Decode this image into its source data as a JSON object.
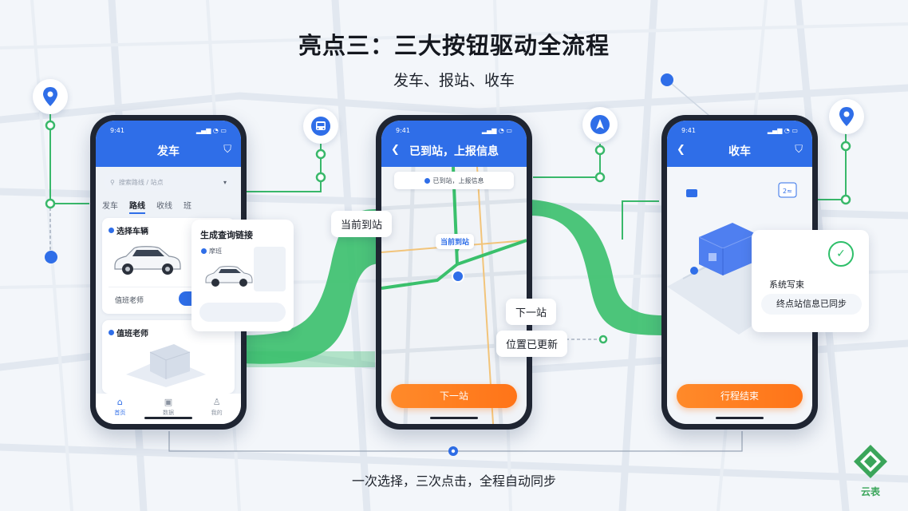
{
  "title": "亮点三：三大按钮驱动全流程",
  "subtitle": "发车、报站、收车",
  "footer": "一次选择，三次点击，全程自动同步",
  "colors": {
    "primary": "#2f6ee8",
    "green": "#2fbf6a",
    "orange": "#ff7a1f"
  },
  "phone1": {
    "time": "9:41",
    "header_title": "发车",
    "header_icon": "shield-icon",
    "search_placeholder": "搜索路线 / 站点",
    "tabs": [
      "发车",
      "路线",
      "收线",
      "班"
    ],
    "active_tab": "路线",
    "vehicle_card_title": "选择车辆",
    "duty_teacher_label": "值班老师",
    "more_button": "···",
    "teacher_card_title": "值班老师",
    "nav": [
      "首页",
      "数据",
      "我的"
    ]
  },
  "popup1": {
    "title": "生成查询链接",
    "tag": "摩班"
  },
  "phone2": {
    "time": "9:41",
    "header_title": "已到站，上报信息",
    "status_pill": "已到站，上报信息",
    "map_label": "当前到站",
    "action_button": "下一站"
  },
  "chips": {
    "current_station": "当前到站",
    "next_station": "下一站",
    "location_updated": "位置已更新"
  },
  "phone3": {
    "time": "9:41",
    "header_title": "收车",
    "action_button": "行程结束"
  },
  "popup3": {
    "line1": "系统写束",
    "line2": "终点站信息已同步"
  },
  "logo": {
    "text": "云表"
  }
}
